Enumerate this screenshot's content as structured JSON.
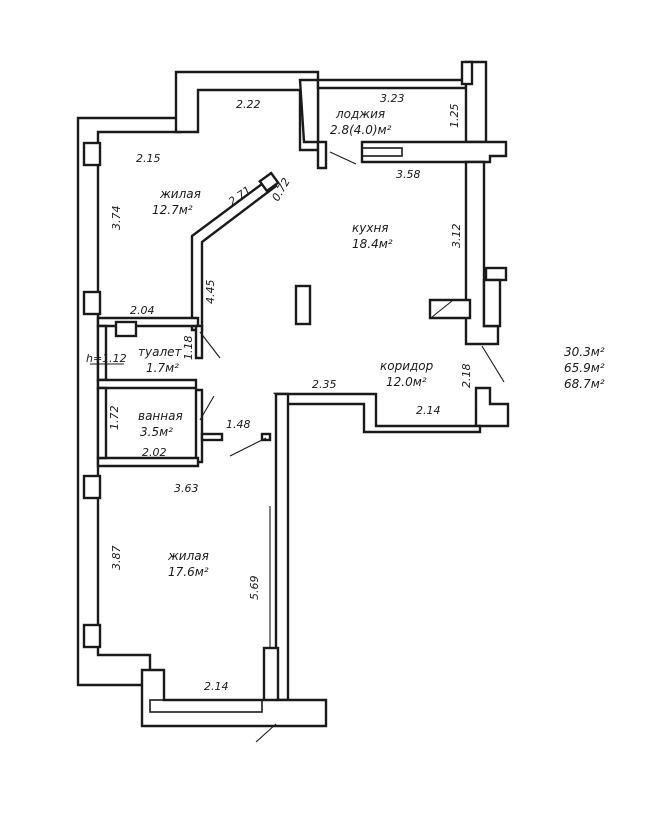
{
  "rooms": {
    "living1": {
      "name": "жилая",
      "area": "12.7м²"
    },
    "loggia": {
      "name": "лоджия",
      "area": "2.8(4.0)м²"
    },
    "kitchen": {
      "name": "кухня",
      "area": "18.4м²"
    },
    "toilet": {
      "name": "туалет",
      "area": "1.7м²"
    },
    "bath": {
      "name": "ванная",
      "area": "3.5м²"
    },
    "corridor": {
      "name": "коридор",
      "area": "12.0м²"
    },
    "living2": {
      "name": "жилая",
      "area": "17.6м²"
    }
  },
  "dimensions": {
    "d_2_22": "2.22",
    "d_3_23": "3.23",
    "d_1_25": "1.25",
    "d_2_15": "2.15",
    "d_3_58": "3.58",
    "d_2_71": "2.71",
    "d_0_72": "0.72",
    "d_3_74": "3.74",
    "d_3_12": "3.12",
    "d_4_45": "4.45",
    "d_2_04": "2.04",
    "d_1_18": "1.18",
    "d_h": "h=1.12",
    "d_2_35": "2.35",
    "d_2_18": "2.18",
    "d_2_14a": "2.14",
    "d_1_72": "1.72",
    "d_1_48": "1.48",
    "d_2_02": "2.02",
    "d_3_63": "3.63",
    "d_3_87": "3.87",
    "d_5_69": "5.69",
    "d_2_14b": "2.14"
  },
  "totals": [
    "30.3м²",
    "65.9м²",
    "68.7м²"
  ]
}
